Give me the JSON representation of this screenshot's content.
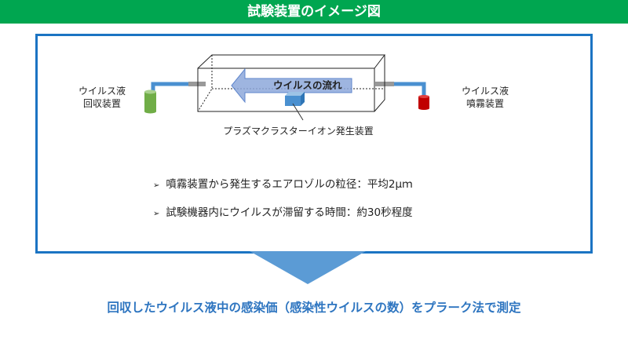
{
  "header": {
    "title": "試験装置のイメージ図"
  },
  "diagram": {
    "flow_label": "ウイルスの流れ",
    "collector_label": [
      "ウイルス液",
      "回収装置"
    ],
    "sprayer_label": [
      "ウイルス液",
      "噴霧装置"
    ],
    "ion_generator_label": "プラズマクラスターイオン発生装置"
  },
  "bullets": [
    "噴霧装置から発生するエアロゾルの粒径：平均2μｍ",
    "試験機器内にウイルスが滞留する時間：約30秒程度"
  ],
  "result": "回収したウイルス液中の感染価（感染性ウイルスの数）をプラーク法で測定",
  "colors": {
    "header": "#00a650",
    "frame": "#1b74c3",
    "result_text": "#2e75c0",
    "collector": "#70ad47",
    "sprayer": "#c00000"
  }
}
